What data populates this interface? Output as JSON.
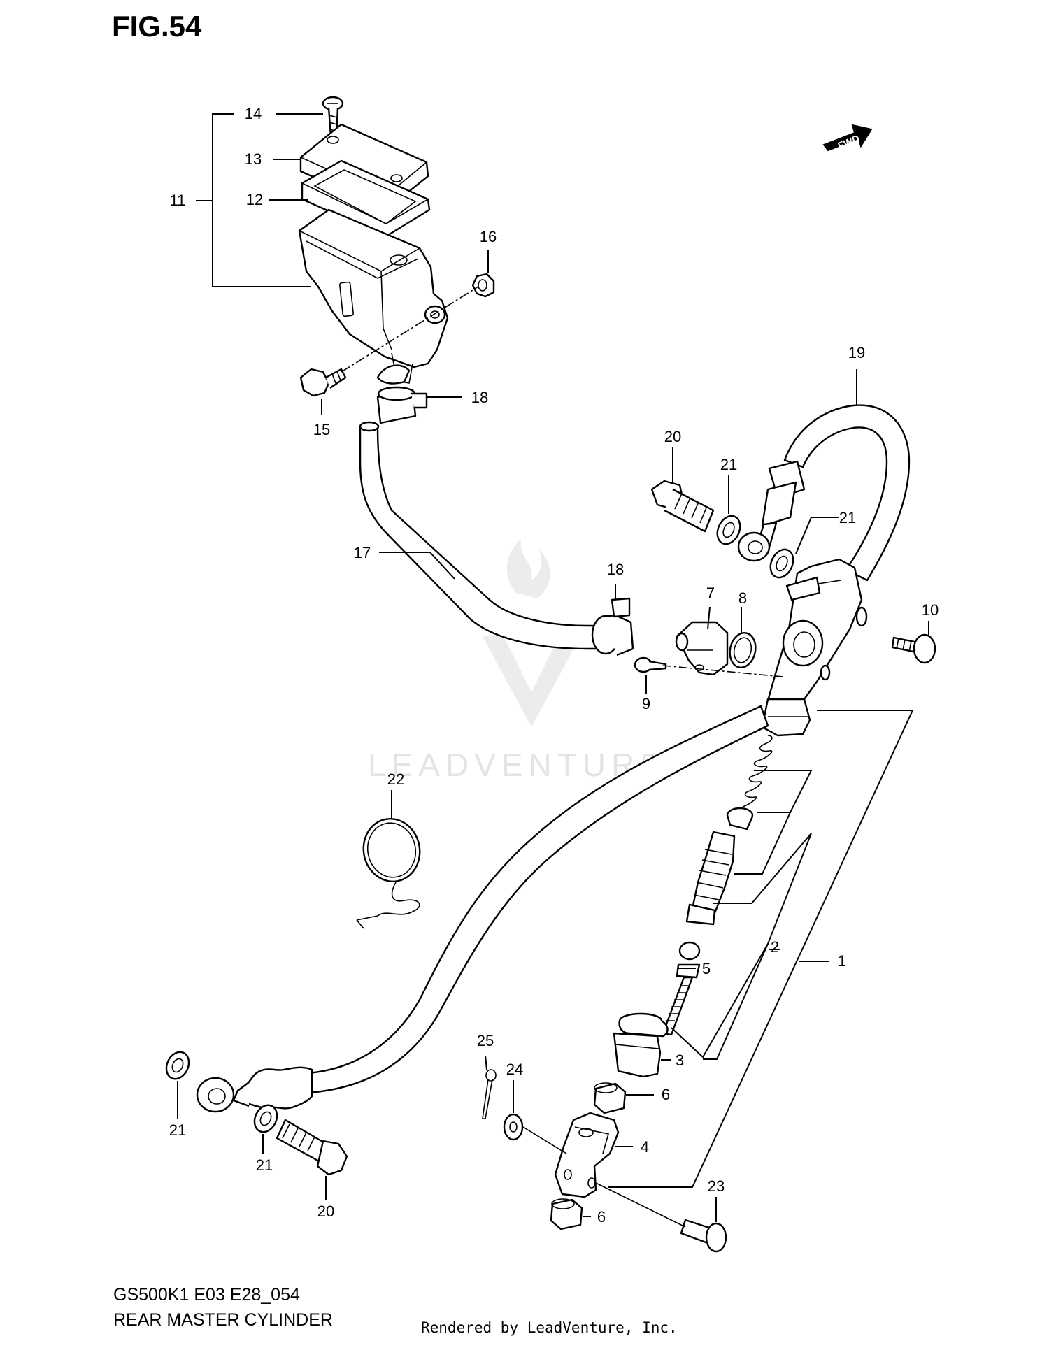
{
  "figure_label": "FIG.54",
  "model_code": "GS500K1 E03 E28_054",
  "diagram_title": "REAR MASTER CYLINDER",
  "render_credit": "Rendered by LeadVenture, Inc.",
  "watermark": "LEADVENTURE",
  "fwd_label": "FWD",
  "callouts": {
    "c1": "1",
    "c2": "2",
    "c3": "3",
    "c4": "4",
    "c5": "5",
    "c6a": "6",
    "c6b": "6",
    "c7": "7",
    "c8": "8",
    "c9": "9",
    "c10": "10",
    "c11": "11",
    "c12": "12",
    "c13": "13",
    "c14": "14",
    "c15": "15",
    "c16": "16",
    "c17": "17",
    "c18a": "18",
    "c18b": "18",
    "c19": "19",
    "c20a": "20",
    "c20b": "20",
    "c21a": "21",
    "c21b": "21",
    "c21c": "21",
    "c21d": "21",
    "c22": "22",
    "c23": "23",
    "c24": "24",
    "c25": "25"
  },
  "colors": {
    "line": "#000000",
    "background": "#ffffff",
    "watermark": "#e4e4e4"
  }
}
